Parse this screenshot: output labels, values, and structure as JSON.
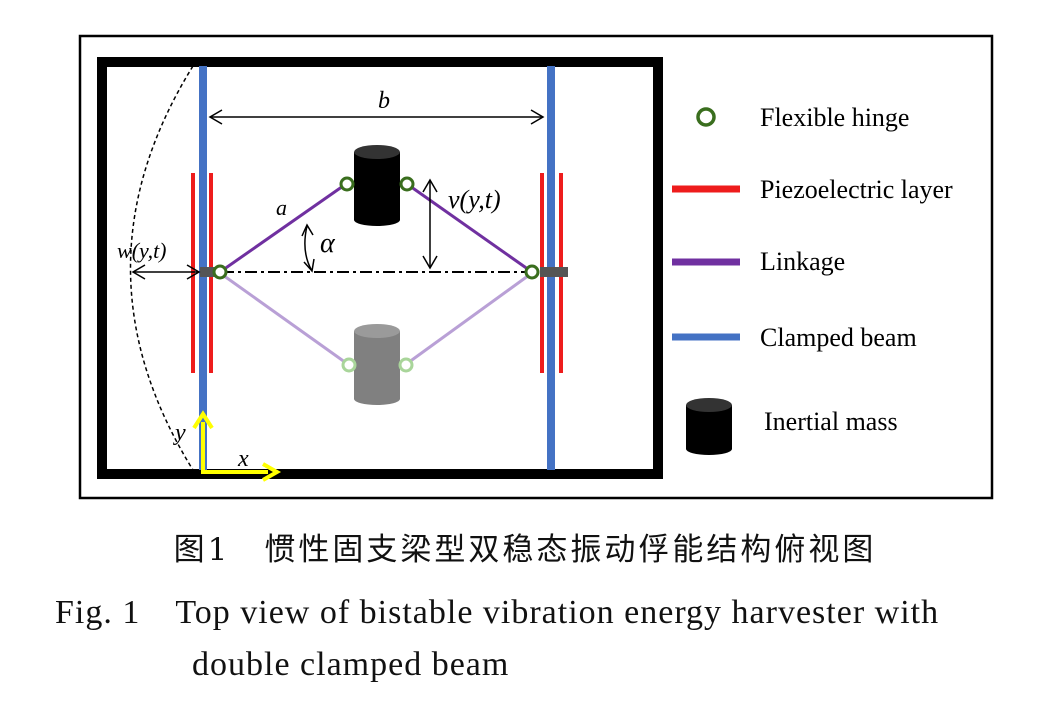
{
  "labels": {
    "b": "b",
    "a": "a",
    "alpha": "α",
    "w_func": "w",
    "w_args": "(y,t)",
    "v_func": "v",
    "v_args": "(y,t)",
    "y_axis": "y",
    "x_axis": "x"
  },
  "legend": {
    "items": [
      {
        "label": "Flexible  hinge",
        "icon": "hinge-circle-icon",
        "color": "#3a6e1e"
      },
      {
        "label": "Piezoelectric layer",
        "icon": "red-bar-icon",
        "color": "#ee1c1c"
      },
      {
        "label": "Linkage",
        "icon": "purple-bar-icon",
        "color": "#7030a0"
      },
      {
        "label": "Clamped beam",
        "icon": "blue-bar-icon",
        "color": "#4472c4"
      },
      {
        "label": "Inertial mass",
        "icon": "cylinder-icon",
        "color": "#000000"
      }
    ]
  },
  "caption": {
    "cn": "图1　惯性固支梁型双稳态振动俘能结构俯视图",
    "en_line1": "Fig. 1　Top view of bistable vibration energy harvester with",
    "en_line2": "double clamped beam"
  },
  "colors": {
    "clamped_beam": "#4472c4",
    "piezo": "#ee1c1c",
    "linkage": "#7030a0",
    "linkage_ghost": "#b9a0d6",
    "hinge": "#3a6e1e",
    "hinge_ghost": "#a9d59a",
    "axis": "#ffff00",
    "mass_ghost": "#808080"
  }
}
